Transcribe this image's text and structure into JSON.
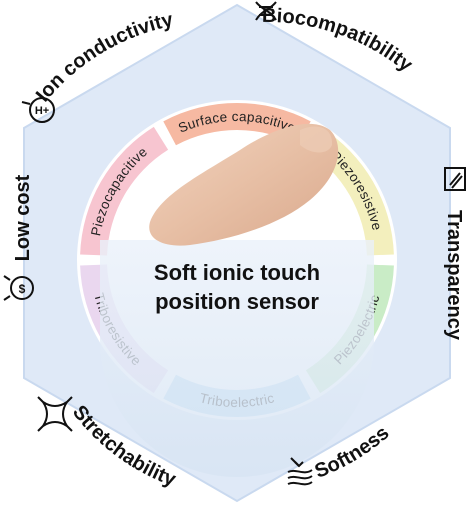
{
  "center_title": {
    "line1": "Soft ionic touch",
    "line2": "position sensor"
  },
  "ring_segments": [
    {
      "label": "Surface capacitive",
      "color": "#f6b9a2"
    },
    {
      "label": "Piezoresistive",
      "color": "#f3efbd"
    },
    {
      "label": "Piezoelectric",
      "color": "#c9ecc6"
    },
    {
      "label": "Triboelectric",
      "color": "#b9dcf3"
    },
    {
      "label": "Triboresistive",
      "color": "#ead7ef"
    },
    {
      "label": "Piezocapacitive",
      "color": "#f7c5d0"
    }
  ],
  "properties": [
    {
      "label": "Ion conductivity",
      "icon": "ion-icon"
    },
    {
      "label": "Biocompatibility",
      "icon": "dna-icon"
    },
    {
      "label": "Transparency",
      "icon": "transparency-icon"
    },
    {
      "label": "Softness",
      "icon": "softness-icon"
    },
    {
      "label": "Stretchability",
      "icon": "stretch-icon"
    },
    {
      "label": "Low cost",
      "icon": "money-icon"
    }
  ],
  "icon_text": {
    "ion": "H+",
    "money": "$"
  },
  "colors": {
    "hexagon": "#dfe9f7",
    "hexagon_edge": "#c9d9ef",
    "inner_bg": "#ffffff",
    "finger": "#e7bfa5",
    "text": "#111111"
  }
}
